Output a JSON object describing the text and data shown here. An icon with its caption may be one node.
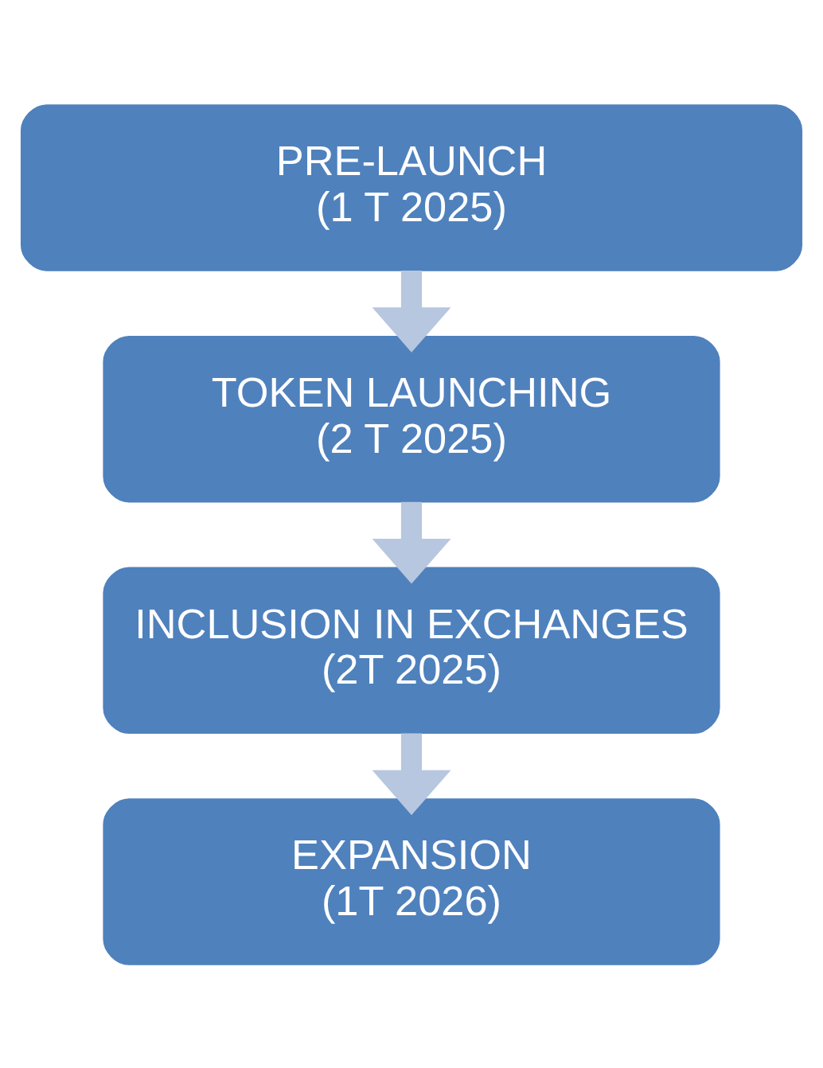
{
  "diagram": {
    "nodes": [
      {
        "text": [
          "PRE-LAUNCH",
          "(1 T 2025)"
        ]
      },
      {
        "text": [
          "TOKEN LAUNCHING",
          "(2 T 2025)"
        ]
      },
      {
        "text": [
          "INCLUSION IN EXCHANGES",
          "(2T 2025)"
        ]
      },
      {
        "text": [
          "EXPANSION",
          "(1T 2026)"
        ]
      }
    ],
    "edges": [
      {
        "from": 0,
        "to": 1,
        "arrow": "to"
      },
      {
        "from": 1,
        "to": 2,
        "arrow": "to"
      },
      {
        "from": 2,
        "to": 3,
        "arrow": "to"
      }
    ]
  }
}
